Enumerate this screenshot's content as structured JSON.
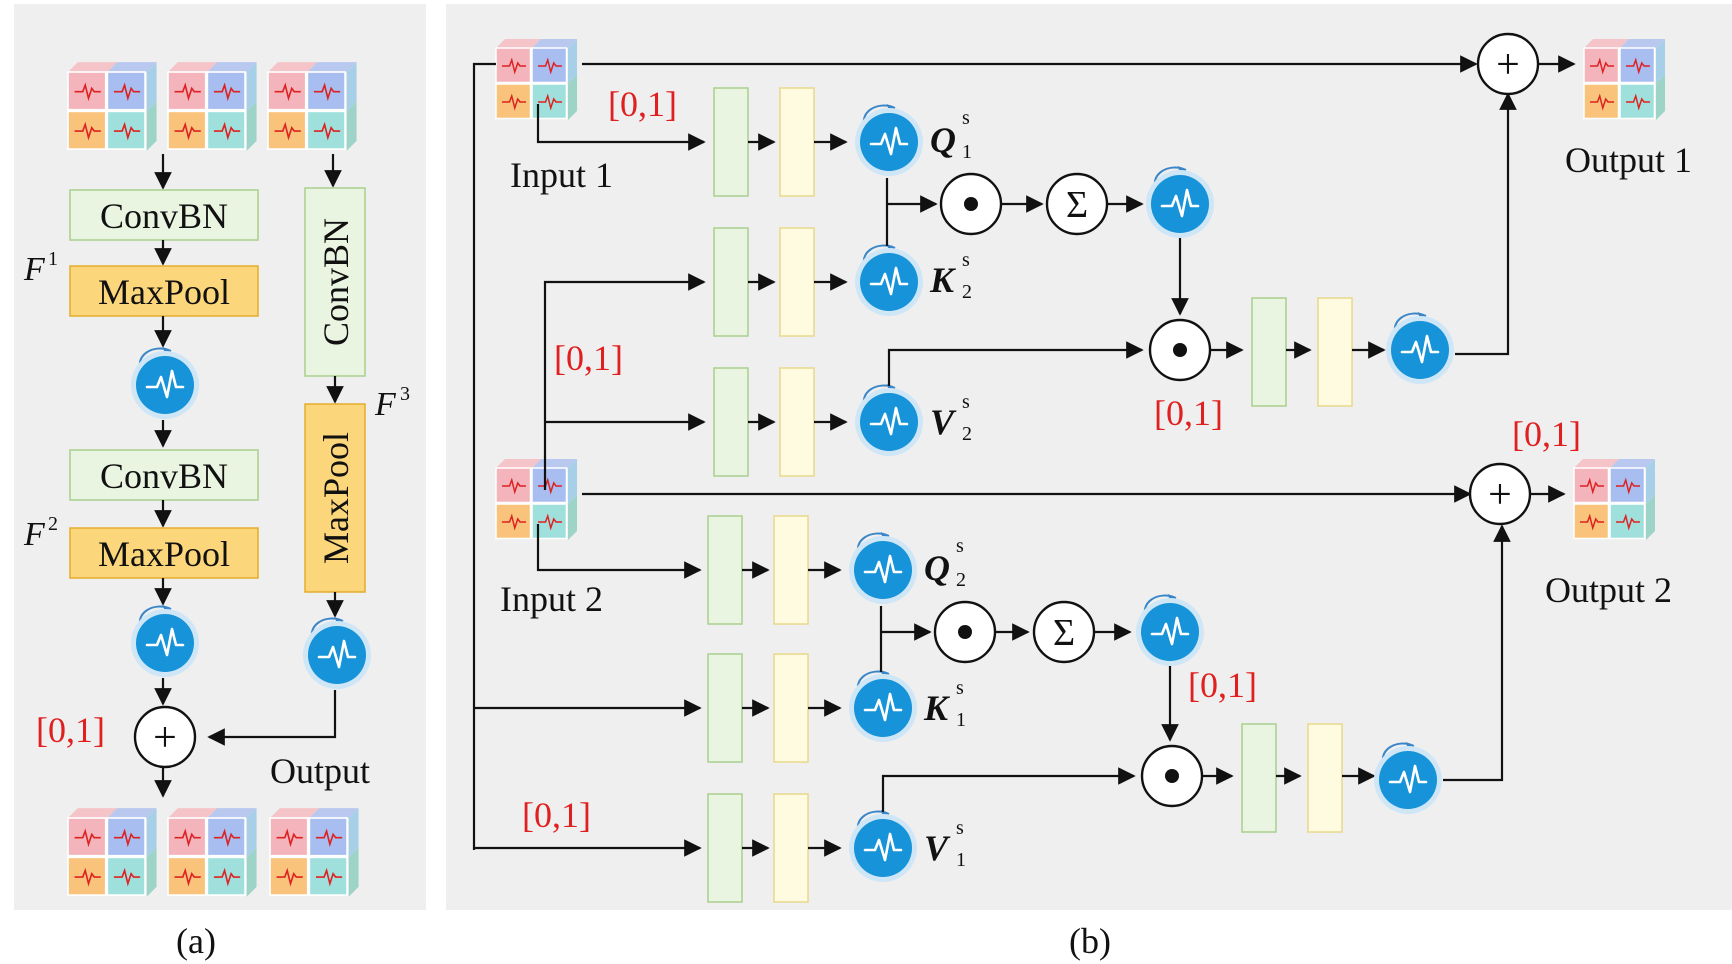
{
  "panel_a": {
    "caption": "(a)",
    "blocks": {
      "convbn_1": "ConvBN",
      "maxpool_1": "MaxPool",
      "convbn_2": "ConvBN",
      "maxpool_2": "MaxPool",
      "convbn_3": "ConvBN",
      "maxpool_3": "MaxPool"
    },
    "feature_labels": {
      "f1": "F",
      "f1_sup": "1",
      "f2": "F",
      "f2_sup": "2",
      "f3": "F",
      "f3_sup": "3"
    },
    "threshold": "[0,1]",
    "output_label": "Output"
  },
  "panel_b": {
    "caption": "(b)",
    "input_1": "Input 1",
    "input_2": "Input 2",
    "output_1": "Output 1",
    "output_2": "Output 2",
    "q1": "Q",
    "q1_sub": "1",
    "q1_sup": "s",
    "k2": "K",
    "k2_sub": "2",
    "k2_sup": "s",
    "v2": "V",
    "v2_sub": "2",
    "v2_sup": "s",
    "q2": "Q",
    "q2_sub": "2",
    "q2_sup": "s",
    "k1": "K",
    "k1_sub": "1",
    "k1_sup": "s",
    "v1": "V",
    "v1_sub": "1",
    "v1_sup": "s",
    "thresholds": [
      "[0,1]",
      "[0,1]",
      "[0,1]",
      "[0,1]",
      "[0,1]",
      "[0,1]"
    ],
    "sum_symbol": "Σ",
    "plus_symbol": "+",
    "dot_symbol": "•"
  },
  "colors": {
    "neuron": "#1793d9",
    "threshold_text": "#e02020",
    "maxpool_fill": "#fcd67a",
    "convbn_fill": "#eaf5e1",
    "norm_fill": "#fffbe0"
  }
}
